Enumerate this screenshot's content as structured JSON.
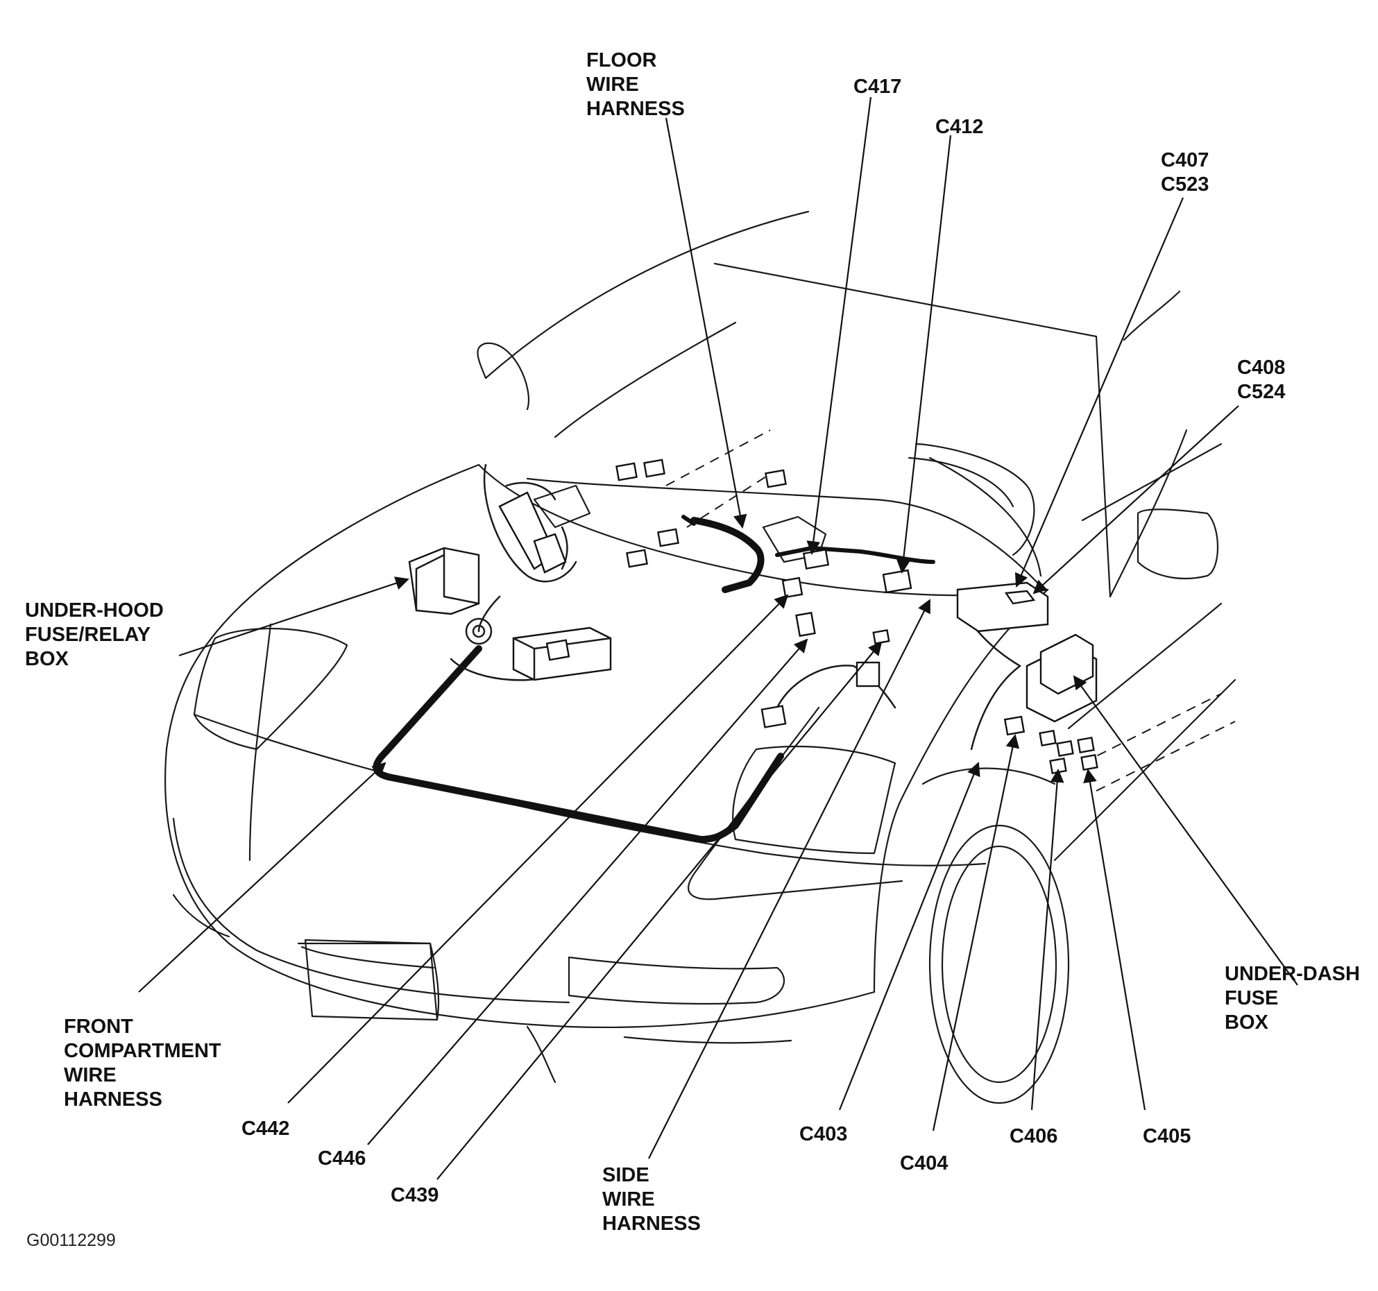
{
  "diagram": {
    "image_code": "G00112299",
    "callouts": {
      "floor_wire_harness": [
        "FLOOR",
        "WIRE",
        "HARNESS"
      ],
      "c417": "C417",
      "c412": "C412",
      "c407_c523": [
        "C407",
        "C523"
      ],
      "c408_c524": [
        "C408",
        "C524"
      ],
      "under_hood_fuse_relay_box": [
        "UNDER-HOOD",
        "FUSE/RELAY",
        "BOX"
      ],
      "under_dash_fuse_box": [
        "UNDER-DASH",
        "FUSE",
        "BOX"
      ],
      "front_compartment_wire_harness": [
        "FRONT",
        "COMPARTMENT",
        "WIRE",
        "HARNESS"
      ],
      "c442": "C442",
      "c446": "C446",
      "c439": "C439",
      "side_wire_harness": [
        "SIDE",
        "WIRE",
        "HARNESS"
      ],
      "c403": "C403",
      "c404": "C404",
      "c406": "C406",
      "c405": "C405"
    }
  }
}
